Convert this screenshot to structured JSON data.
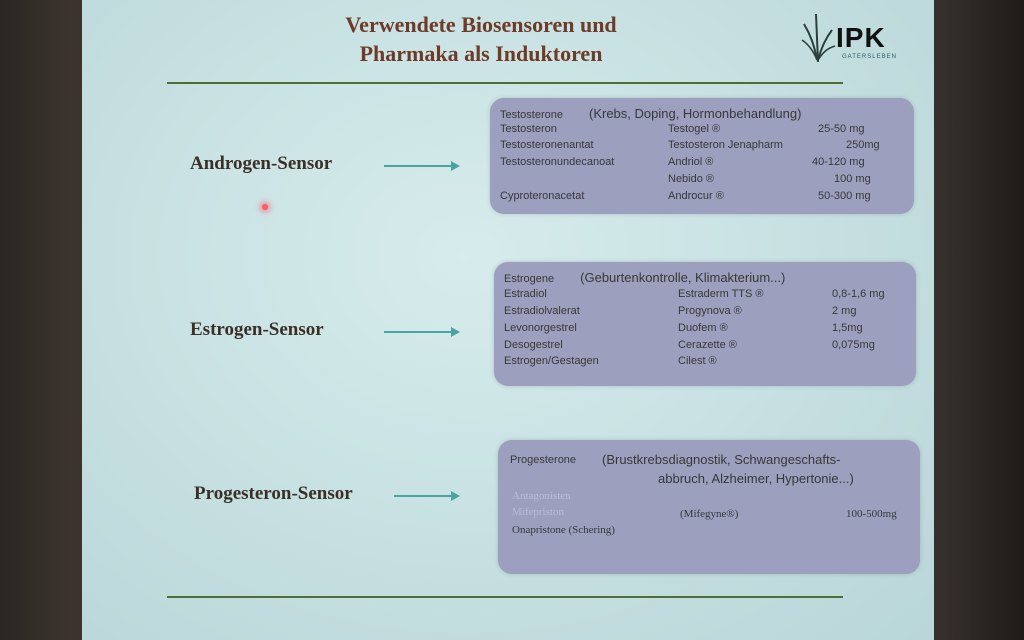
{
  "slide": {
    "title_line1": "Verwendete Biosensoren und",
    "title_line2": "Pharmaka als Induktoren",
    "logo": {
      "text": "IPK",
      "subtext": "GATERSLEBEN"
    }
  },
  "sensors": [
    {
      "label": "Androgen-Sensor",
      "header_name": "Testosterone",
      "header_paren": "(Krebs, Doping, Hormonbehandlung)",
      "rows": [
        [
          "Testosteron",
          "Testogel ®",
          "25-50 mg"
        ],
        [
          "Testosteronenantat",
          "Testosteron Jenapharm",
          "250mg"
        ],
        [
          "Testosteronundecanoat",
          "Andriol ®",
          "40-120 mg"
        ],
        [
          "",
          "Nebido ®",
          "100 mg"
        ],
        [
          "Cyproteronacetat",
          "Androcur ®",
          "50-300 mg"
        ]
      ]
    },
    {
      "label": "Estrogen-Sensor",
      "header_name": "Estrogene",
      "header_paren": "(Geburtenkontrolle, Klimakterium...)",
      "rows": [
        [
          "Estradiol",
          "Estraderm TTS ®",
          "0,8-1,6 mg"
        ],
        [
          "Estradiolvalerat",
          "Progynova ®",
          "2 mg"
        ],
        [
          "Levonorgestrel",
          "Duofem ®",
          "1,5mg"
        ],
        [
          "Desogestrel",
          "Cerazette ®",
          "0,075mg"
        ],
        [
          "Estrogen/Gestagen",
          "Cilest ®",
          ""
        ]
      ]
    },
    {
      "label": "Progesteron-Sensor",
      "header_name": "Progesterone",
      "header_paren_line1": "(Brustkrebsdiagnostik, Schwangeschafts-",
      "header_paren_line2": "abbruch, Alzheimer, Hypertonie...)",
      "faint_line1": "Antagonisten",
      "faint_line2": "Mifepriston",
      "drug": "(Mifegyne®)",
      "dose": "100-500mg",
      "last_line": "Onapristone (Schering)"
    }
  ]
}
